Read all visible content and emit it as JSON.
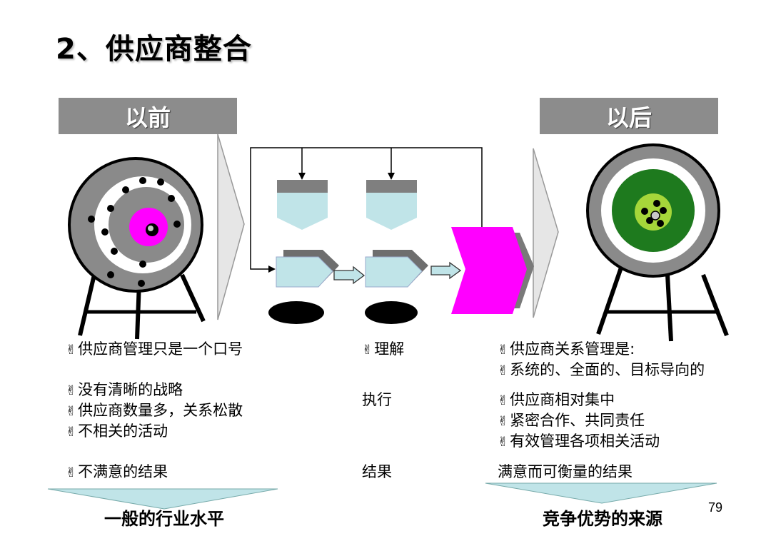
{
  "title": "2、供应商整合",
  "header_before": "以前",
  "header_after": "以后",
  "bullet_glyph": "✌",
  "before_items": [
    "供应商管理只是一个口号",
    "没有清晰的战略",
    "供应商数量多，关系松散",
    "不相关的活动",
    "不满意的结果"
  ],
  "middle_labels": [
    "理解",
    "执行",
    "结果"
  ],
  "after_items": [
    "供应商关系管理是:",
    "系统的、全面的、目标导向的",
    "供应商相对集中",
    "紧密合作、共同责任",
    "有效管理各项相关活动"
  ],
  "after_result": "满意而可衡量的结果",
  "banner_left": "一般的行业水平",
  "banner_right": "竞争优势的来源",
  "page_number": "79",
  "colors": {
    "header_gray": "#8c8c8c",
    "magenta": "#ff00ff",
    "light_cyan": "#c0e4e8",
    "dark_green": "#1e7a1e",
    "lime": "#a6d63a"
  }
}
